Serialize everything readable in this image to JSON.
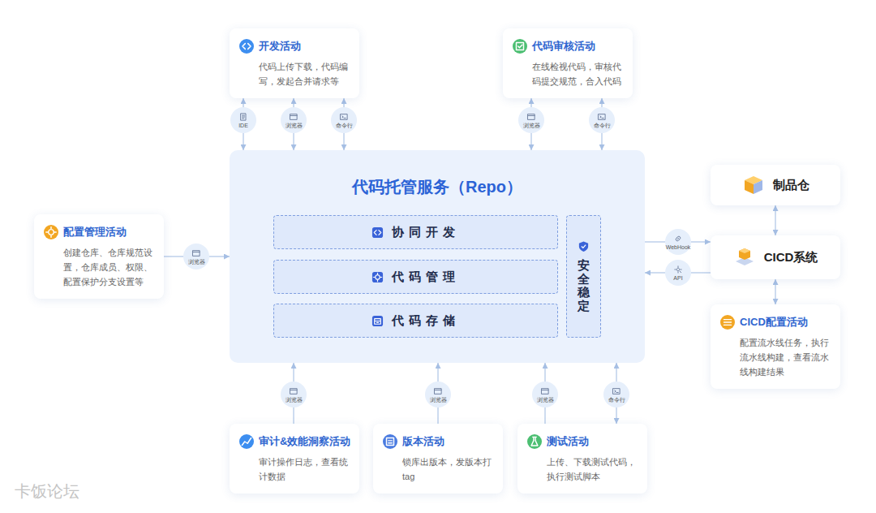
{
  "diagram": {
    "nodes": [
      {
        "text": [
          "开发活动",
          "代码上传下载，代码编写，发起合并请求等"
        ]
      },
      {
        "text": [
          "IDE"
        ]
      },
      {
        "text": [
          "浏览器"
        ]
      },
      {
        "text": [
          "命令行"
        ]
      },
      {
        "text": [
          "代码审核活动",
          "在线检视代码，审核代码提交规范，合入代码"
        ]
      },
      {
        "text": [
          "浏览器"
        ]
      },
      {
        "text": [
          "命令行"
        ]
      },
      {
        "text": [
          "制品仓"
        ]
      },
      {
        "text": [
          "配置管理活动",
          "创建仓库、仓库规范设置，仓库成员、权限、配置保护分支设置等"
        ]
      },
      {
        "text": [
          "浏览器"
        ]
      },
      {
        "text": [
          "代码托管服务（Repo）"
        ]
      },
      {
        "text": [
          "协同开发"
        ],
        "in": 10
      },
      {
        "text": [
          "代码管理"
        ],
        "in": 10
      },
      {
        "text": [
          "代码存储"
        ],
        "in": 10
      },
      {
        "text": [
          "安全稳定"
        ],
        "in": 10
      },
      {
        "text": [
          "WebHook"
        ]
      },
      {
        "text": [
          "CICD系统"
        ]
      },
      {
        "text": [
          "API"
        ]
      },
      {
        "text": [
          "CICD配置活动",
          "配置流水线任务，执行流水线构建，查看流水线构建结果"
        ]
      },
      {
        "text": [
          "浏览器"
        ]
      },
      {
        "text": [
          "浏览器"
        ]
      },
      {
        "text": [
          "浏览器"
        ]
      },
      {
        "text": [
          "命令行"
        ]
      },
      {
        "text": [
          "审计&效能洞察活动",
          "审计操作日志，查看统计数据"
        ]
      },
      {
        "text": [
          "版本活动",
          "锁库出版本，发版本打tag"
        ]
      },
      {
        "text": [
          "测试活动",
          "上传、下载测试代码，执行测试脚本"
        ]
      }
    ],
    "edges": [
      {
        "from": 1,
        "to": 0,
        "arrow": "to"
      },
      {
        "from": 1,
        "to": 10,
        "arrow": "to"
      },
      {
        "from": 2,
        "to": 0,
        "arrow": "to"
      },
      {
        "from": 2,
        "to": 10,
        "arrow": "to"
      },
      {
        "from": 3,
        "to": 0,
        "arrow": "to"
      },
      {
        "from": 3,
        "to": 10,
        "arrow": "to"
      },
      {
        "from": 5,
        "to": 4,
        "arrow": "to"
      },
      {
        "from": 5,
        "to": 10,
        "arrow": "to"
      },
      {
        "from": 6,
        "to": 4,
        "arrow": "to"
      },
      {
        "from": 6,
        "to": 10,
        "arrow": "to"
      },
      {
        "from": 8,
        "to": 9,
        "arrow": "none"
      },
      {
        "from": 9,
        "to": 10,
        "arrow": "to"
      },
      {
        "from": 10,
        "to": 15,
        "arrow": "none"
      },
      {
        "from": 15,
        "to": 16,
        "arrow": "to"
      },
      {
        "from": 16,
        "to": 17,
        "arrow": "none"
      },
      {
        "from": 17,
        "to": 10,
        "arrow": "to"
      },
      {
        "from": 7,
        "to": 16,
        "arrow": "both"
      },
      {
        "from": 16,
        "to": 18,
        "arrow": "both"
      },
      {
        "from": 23,
        "to": 19,
        "arrow": "none"
      },
      {
        "from": 19,
        "to": 10,
        "arrow": "to"
      },
      {
        "from": 24,
        "to": 20,
        "arrow": "none"
      },
      {
        "from": 20,
        "to": 10,
        "arrow": "to"
      },
      {
        "from": 25,
        "to": 21,
        "arrow": "none"
      },
      {
        "from": 21,
        "to": 10,
        "arrow": "to"
      },
      {
        "from": 22,
        "to": 25,
        "arrow": "to"
      },
      {
        "from": 22,
        "to": 10,
        "arrow": "to"
      }
    ],
    "labels": [
      "卡饭论坛"
    ]
  }
}
